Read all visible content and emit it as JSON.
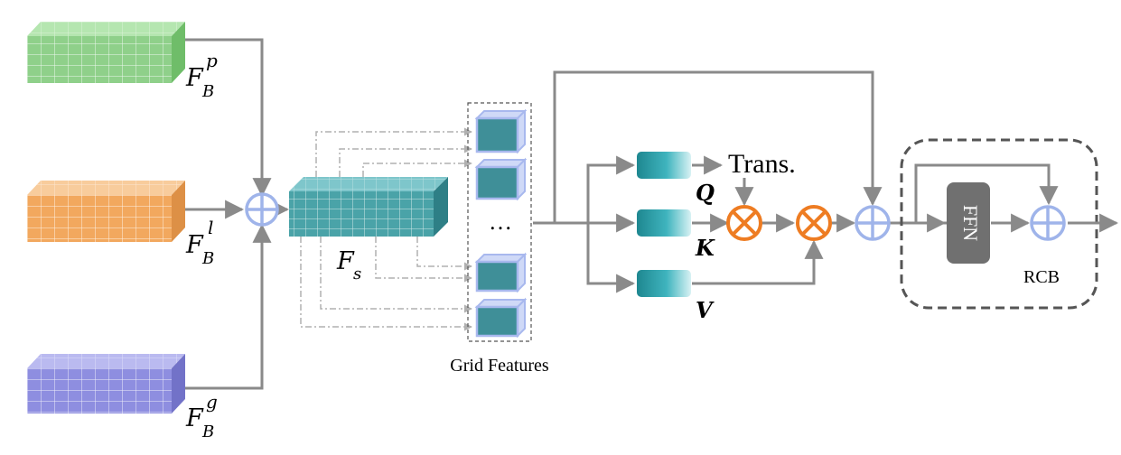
{
  "colors": {
    "green": "#8fd08a",
    "orange": "#f2a85e",
    "purple": "#8e8ee0",
    "teal_block": "#4aa3a8",
    "teal_cube": "#3f8f98",
    "cube_edge": "#a8b8ee",
    "plus_circle": "#9fb4ea",
    "times_circle": "#ee7c22",
    "arrow_gray": "#8a8a8a",
    "ffn_gray": "#707070",
    "rcb_border": "#555555"
  },
  "labels": {
    "f_main": "F",
    "f_sub_b": "B",
    "sup_p": "p",
    "sup_l": "l",
    "sup_g": "g",
    "f_s_main": "F",
    "f_s_sub": "s",
    "grid_features": "Grid Features",
    "ellipsis": "…",
    "trans": "Trans.",
    "q": "Q",
    "k": "K",
    "v": "V",
    "ffn": "FFN",
    "rcb": "RCB"
  },
  "icons": {
    "plus": "circled-plus-icon",
    "times": "circled-times-icon"
  }
}
